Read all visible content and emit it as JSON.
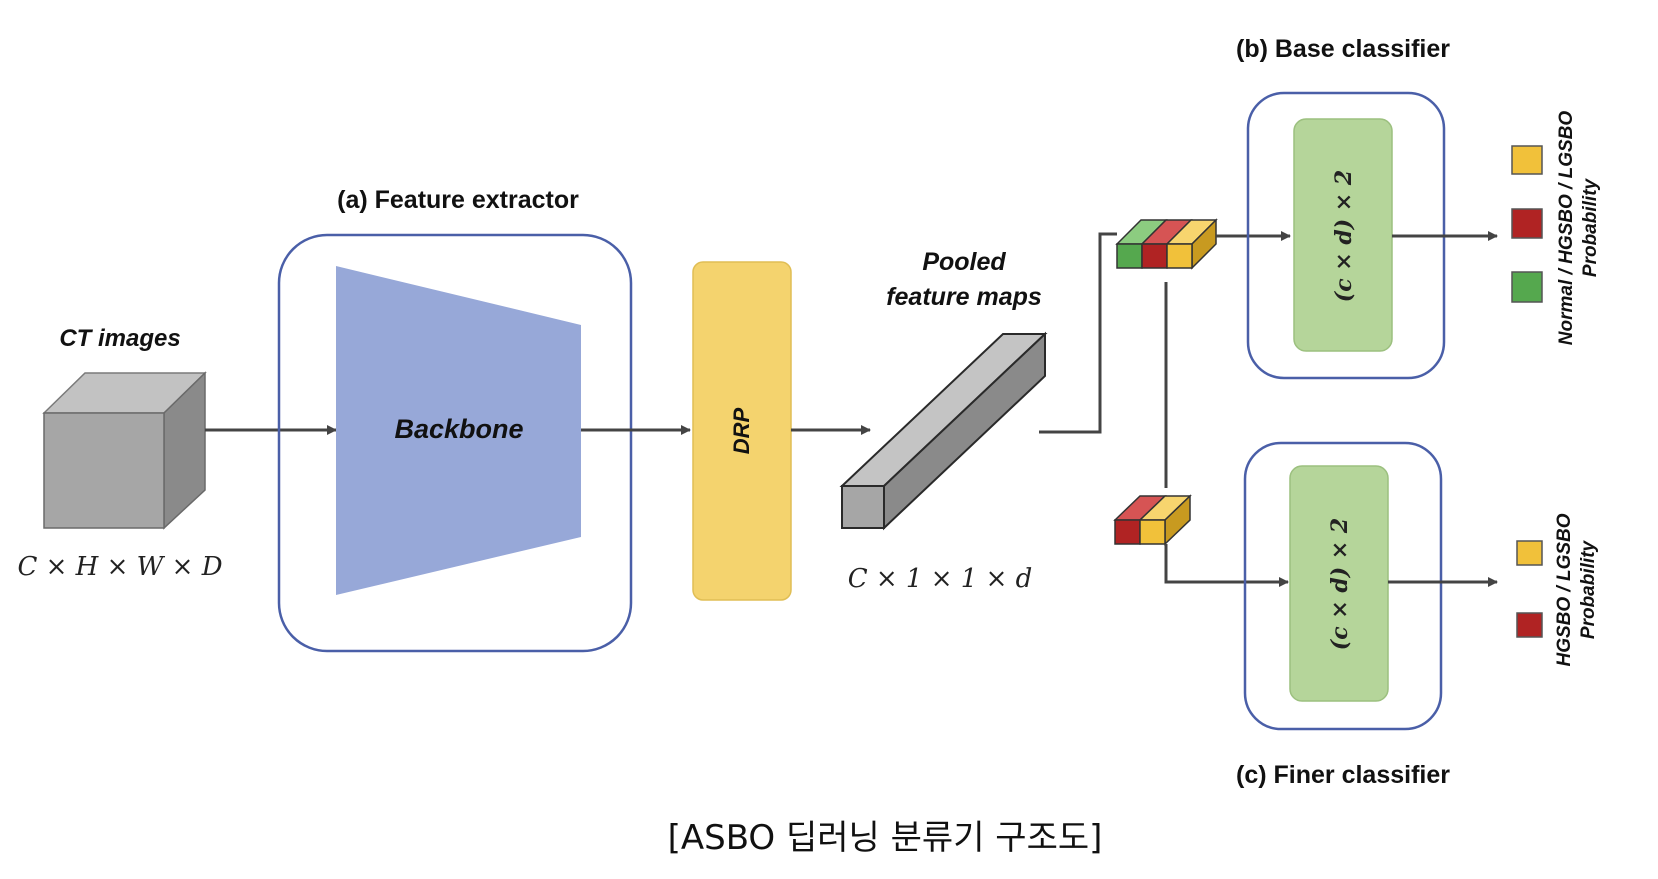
{
  "input": {
    "label": "CT images",
    "dims": "C × H × W × D"
  },
  "feature_extractor": {
    "title": "(a) Feature extractor",
    "backbone_label": "Backbone"
  },
  "drp": {
    "label": "DRP"
  },
  "pooled": {
    "label_line1": "Pooled",
    "label_line2": "feature maps",
    "dims": "C × 1 × 1 × d"
  },
  "base_classifier": {
    "title": "(b) Base classifier",
    "block_label": "(c × d) × 2",
    "output_line1": "Normal / HGSBO / LGSBO",
    "output_line2": "Probability"
  },
  "finer_classifier": {
    "title": "(c) Finer classifier",
    "block_label": "(c × d) × 2",
    "output_line1": "HGSBO / LGSBO",
    "output_line2": "Probability"
  },
  "caption": "[ASBO 딥러닝 분류기 구조도]",
  "colors": {
    "frame_blue": "#4a5fa8",
    "backbone": "#97a8d8",
    "drp": "#f4d36e",
    "gray_box": "#a6a6a6",
    "classifier_green": "#b5d59a",
    "yellow": "#f1c13a",
    "red": "#b02323",
    "green": "#55a84e"
  }
}
